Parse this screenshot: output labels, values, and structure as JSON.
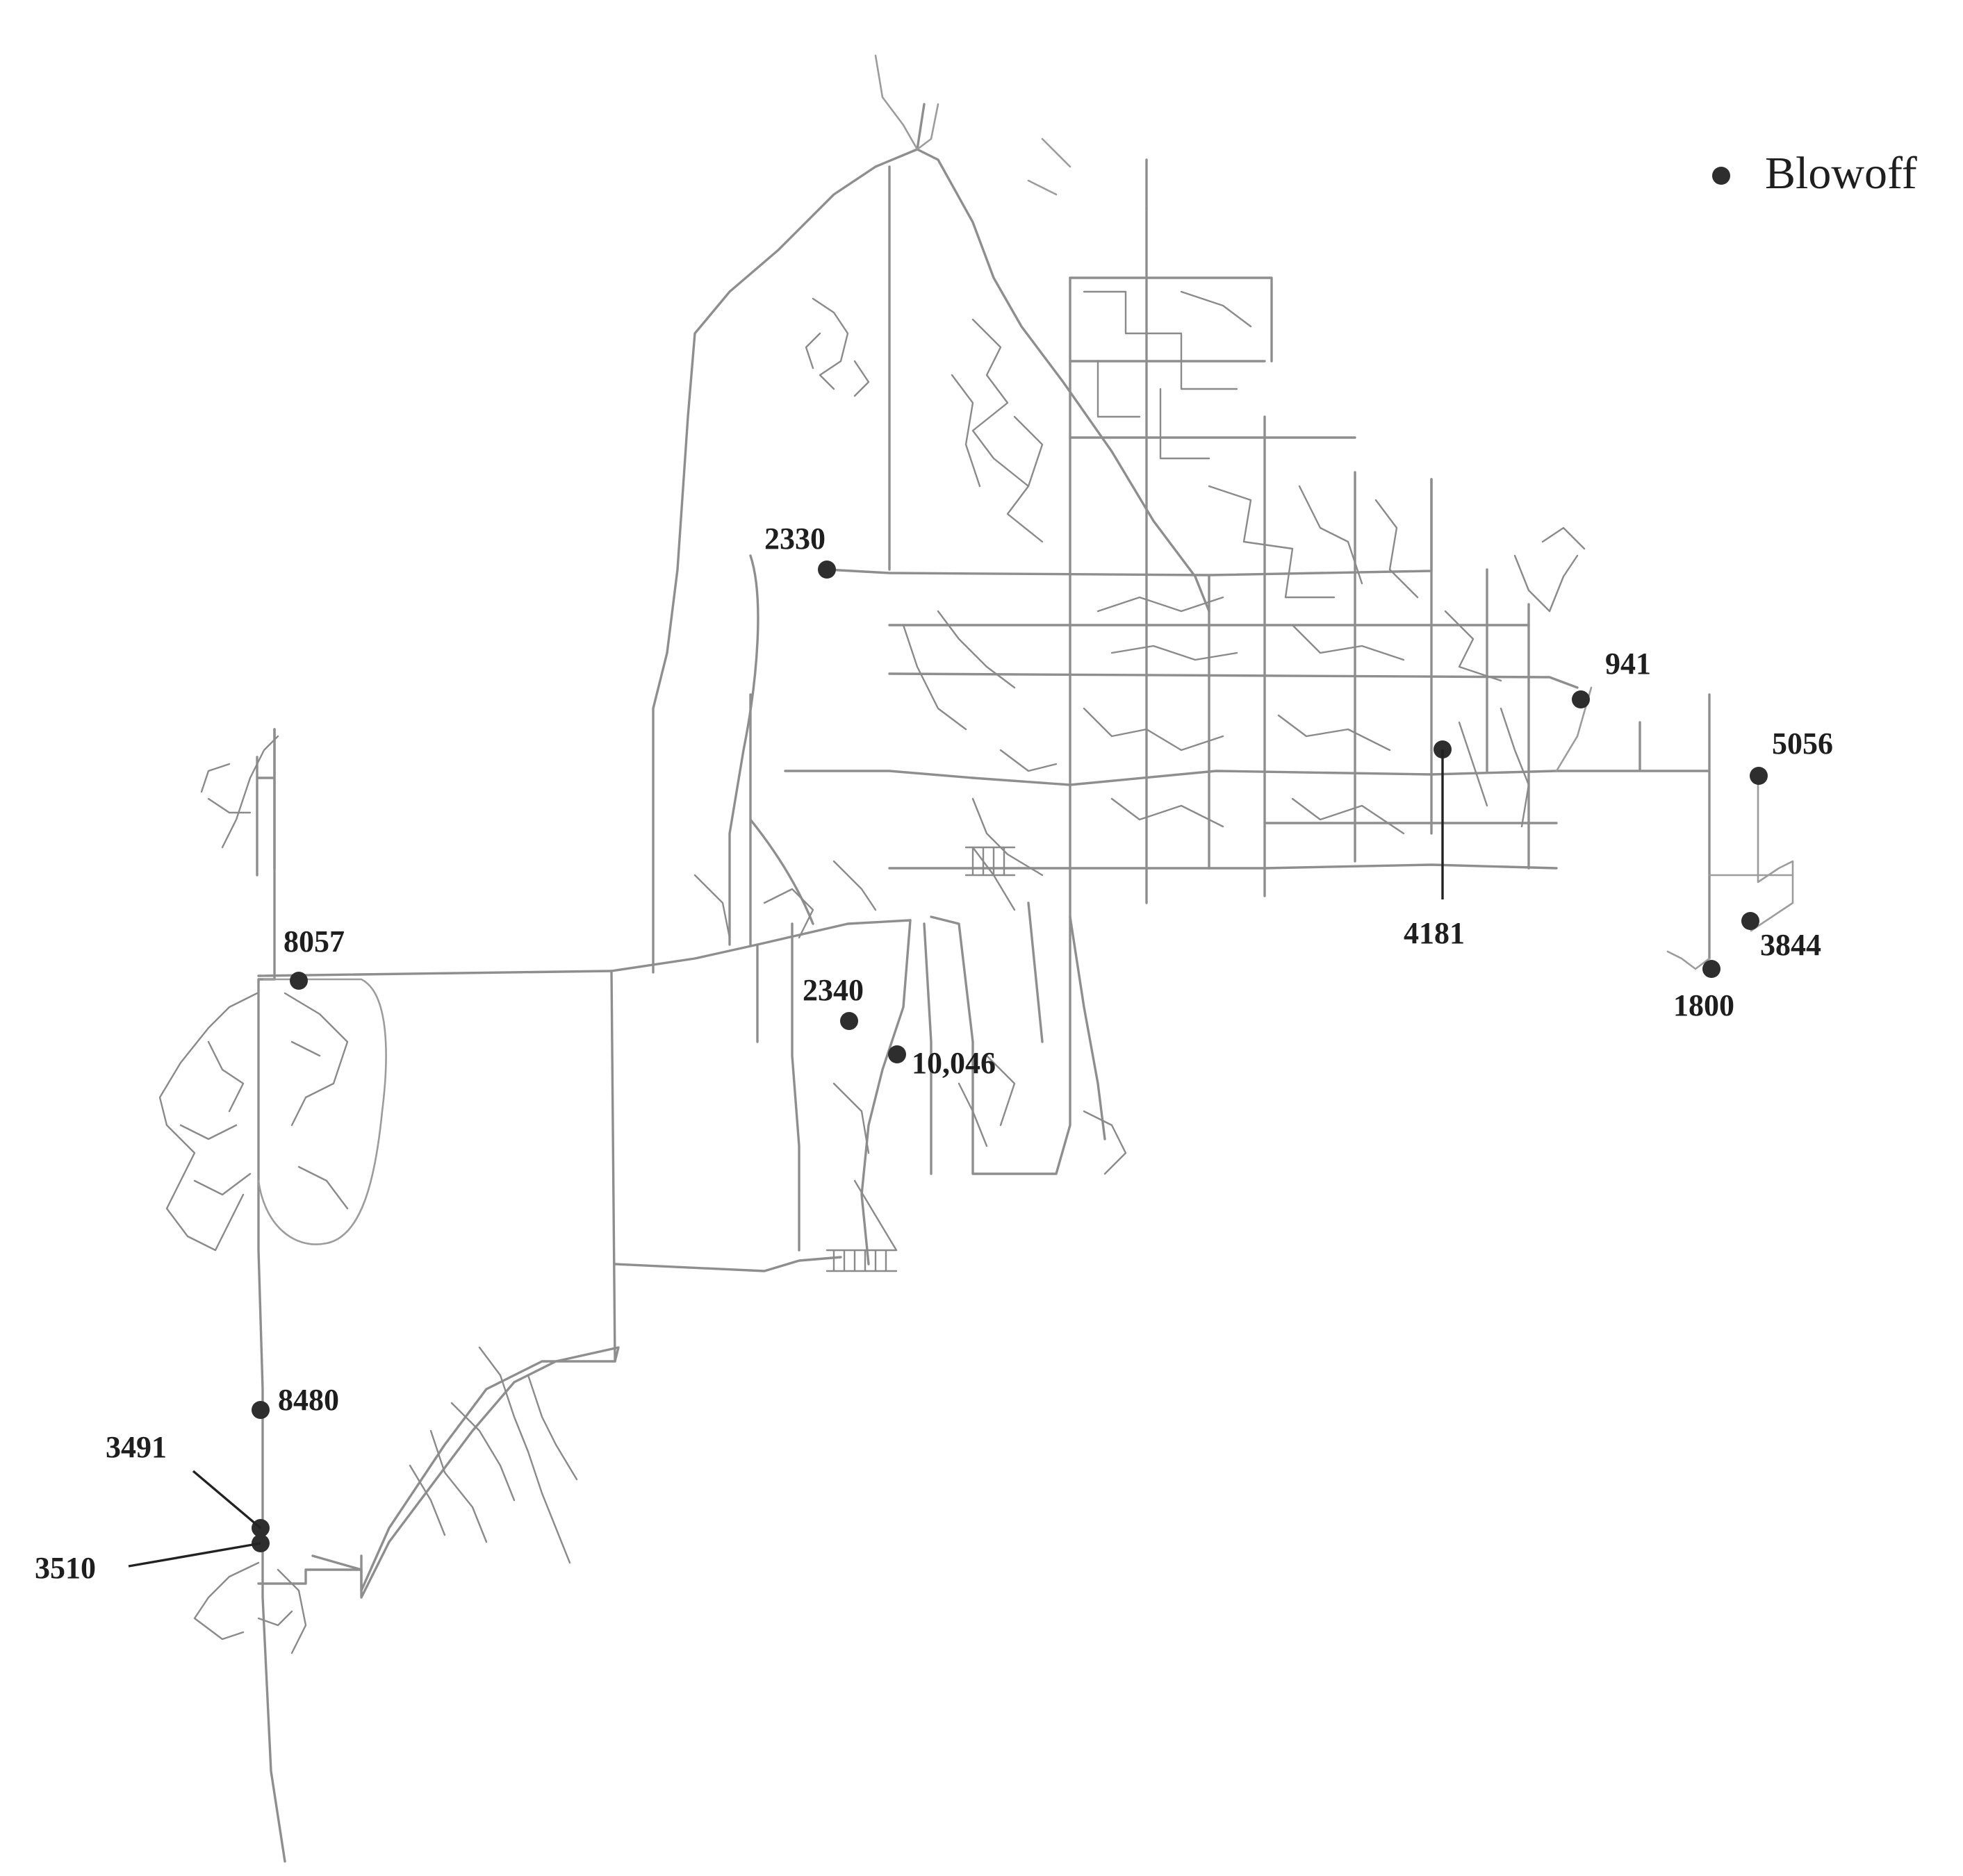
{
  "legend": {
    "marker_color": "#2e2e2e",
    "label": "Blowoff"
  },
  "network": {
    "line_color": "#8e8e8e"
  },
  "blowoffs": [
    {
      "id": "bo-2330",
      "label": "2330"
    },
    {
      "id": "bo-941",
      "label": "941"
    },
    {
      "id": "bo-5056",
      "label": "5056"
    },
    {
      "id": "bo-4181",
      "label": "4181"
    },
    {
      "id": "bo-3844",
      "label": "3844"
    },
    {
      "id": "bo-1800",
      "label": "1800"
    },
    {
      "id": "bo-8057",
      "label": "8057"
    },
    {
      "id": "bo-2340",
      "label": "2340"
    },
    {
      "id": "bo-10046",
      "label": "10,046"
    },
    {
      "id": "bo-8480",
      "label": "8480"
    },
    {
      "id": "bo-3491",
      "label": "3491"
    },
    {
      "id": "bo-3510",
      "label": "3510"
    }
  ]
}
